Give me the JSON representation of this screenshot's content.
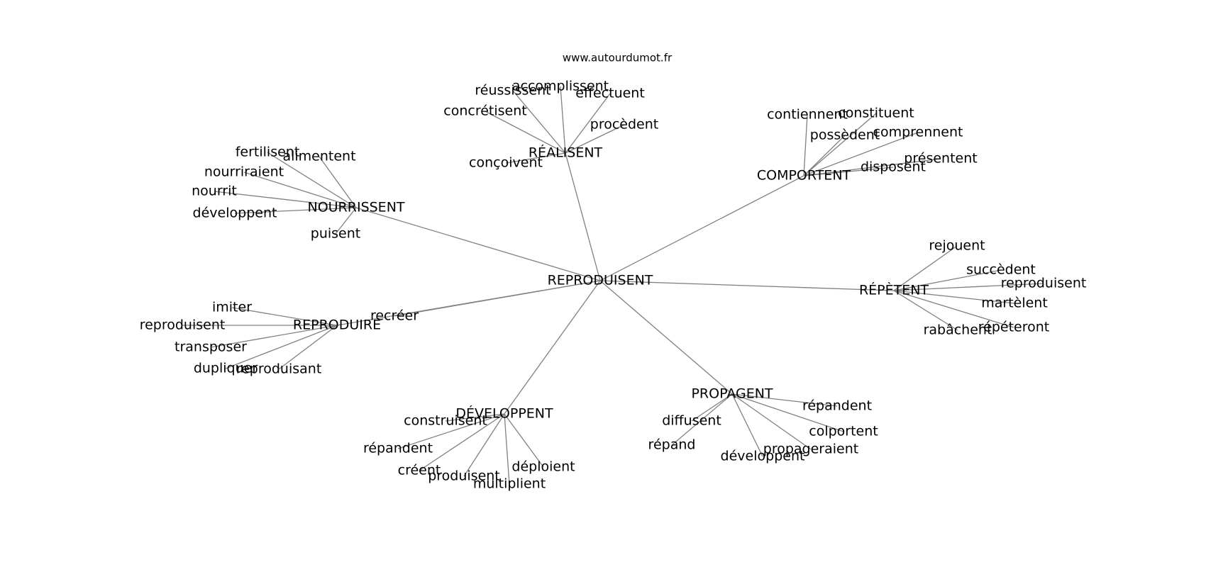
{
  "credit": "www.autourdumot.fr",
  "root": "REPRODUISENT",
  "clusters": [
    {
      "id": "realisent",
      "label": "RÉALISENT",
      "words": [
        "réussissent",
        "accomplissent",
        "effectuent",
        "concrétisent",
        "procèdent",
        "conçoivent"
      ]
    },
    {
      "id": "comportent",
      "label": "COMPORTENT",
      "words": [
        "contiennent",
        "constituent",
        "possèdent",
        "comprennent",
        "disposent",
        "présentent"
      ]
    },
    {
      "id": "nourrissent",
      "label": "NOURRISSENT",
      "words": [
        "fertilisent",
        "alimentent",
        "nourriraient",
        "nourrit",
        "développent",
        "puisent"
      ]
    },
    {
      "id": "repetent",
      "label": "RÉPÈTENT",
      "words": [
        "rejouent",
        "succèdent",
        "reproduisent",
        "martèlent",
        "rabâchent",
        "répéteront"
      ]
    },
    {
      "id": "reproduire",
      "label": "REPRODUIRE",
      "words": [
        "imiter",
        "reproduisent",
        "transposer",
        "dupliquer",
        "reproduisant"
      ]
    },
    {
      "id": "propagent",
      "label": "PROPAGENT",
      "words": [
        "répandent",
        "diffusent",
        "colportent",
        "répand",
        "propageraient",
        "développent"
      ]
    },
    {
      "id": "developpent",
      "label": "DÉVELOPPENT",
      "words": [
        "construisent",
        "répandent",
        "créent",
        "produisent",
        "multiplient",
        "déploient"
      ]
    }
  ],
  "root_leaves": [
    "recréer"
  ]
}
